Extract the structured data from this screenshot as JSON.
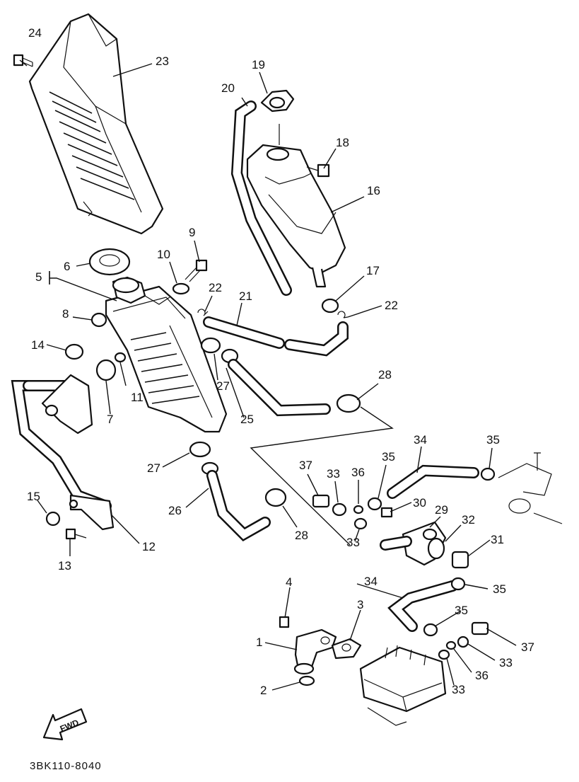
{
  "diagram": {
    "code": "3BK110-8040",
    "fwd_label": "FWD",
    "callouts": {
      "c1": "1",
      "c2": "2",
      "c3": "3",
      "c4": "4",
      "c5": "5",
      "c6": "6",
      "c7": "7",
      "c8": "8",
      "c9": "9",
      "c10": "10",
      "c11": "11",
      "c12": "12",
      "c13": "13",
      "c14": "14",
      "c15": "15",
      "c16": "16",
      "c17": "17",
      "c18": "18",
      "c19": "19",
      "c20": "20",
      "c21": "21",
      "c22a": "22",
      "c22b": "22",
      "c23": "23",
      "c24": "24",
      "c25": "25",
      "c26": "26",
      "c27a": "27",
      "c27b": "27",
      "c28a": "28",
      "c28b": "28",
      "c29": "29",
      "c30": "30",
      "c31": "31",
      "c32": "32",
      "c33a": "33",
      "c33b": "33",
      "c33c": "33",
      "c33d": "33",
      "c34a": "34",
      "c34b": "34",
      "c35a": "35",
      "c35b": "35",
      "c35c": "35",
      "c35d": "35",
      "c36a": "36",
      "c36b": "36",
      "c37a": "37",
      "c37b": "37"
    }
  }
}
